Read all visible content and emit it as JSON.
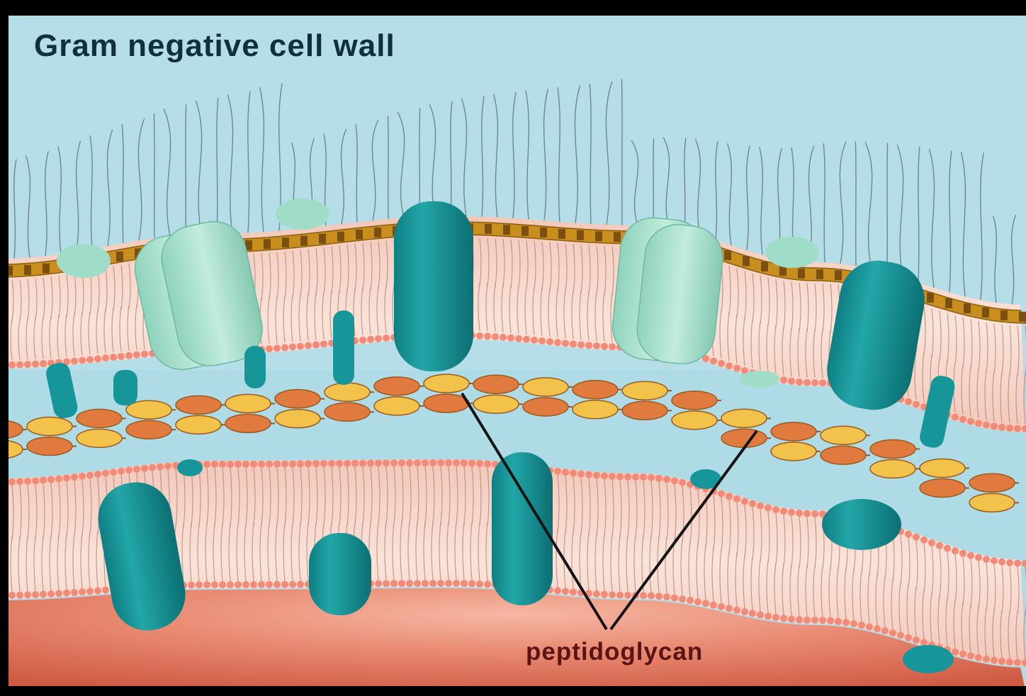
{
  "title": "Gram negative cell wall",
  "labels": {
    "peptidoglycan": "peptidoglycan"
  },
  "colors": {
    "background": "#aedbe6",
    "frame": "#000000",
    "outer_membrane": "#f2c4b4",
    "head_beads": "#f38a78",
    "lps_core": "#c88f1e",
    "peptidoglycan_orange": "#e07a3e",
    "peptidoglycan_yellow": "#f2c24a",
    "protein_dark_teal": "#17969a",
    "protein_light_teal": "#9fddc8",
    "cytoplasm": "#e57a62",
    "title_text": "#12303c",
    "label_text": "#5a1414"
  },
  "icons": [
    "outer-membrane",
    "lipopolysaccharide-chains",
    "porin",
    "peptidoglycan-layer",
    "inner-membrane",
    "membrane-protein",
    "cytoplasm"
  ]
}
